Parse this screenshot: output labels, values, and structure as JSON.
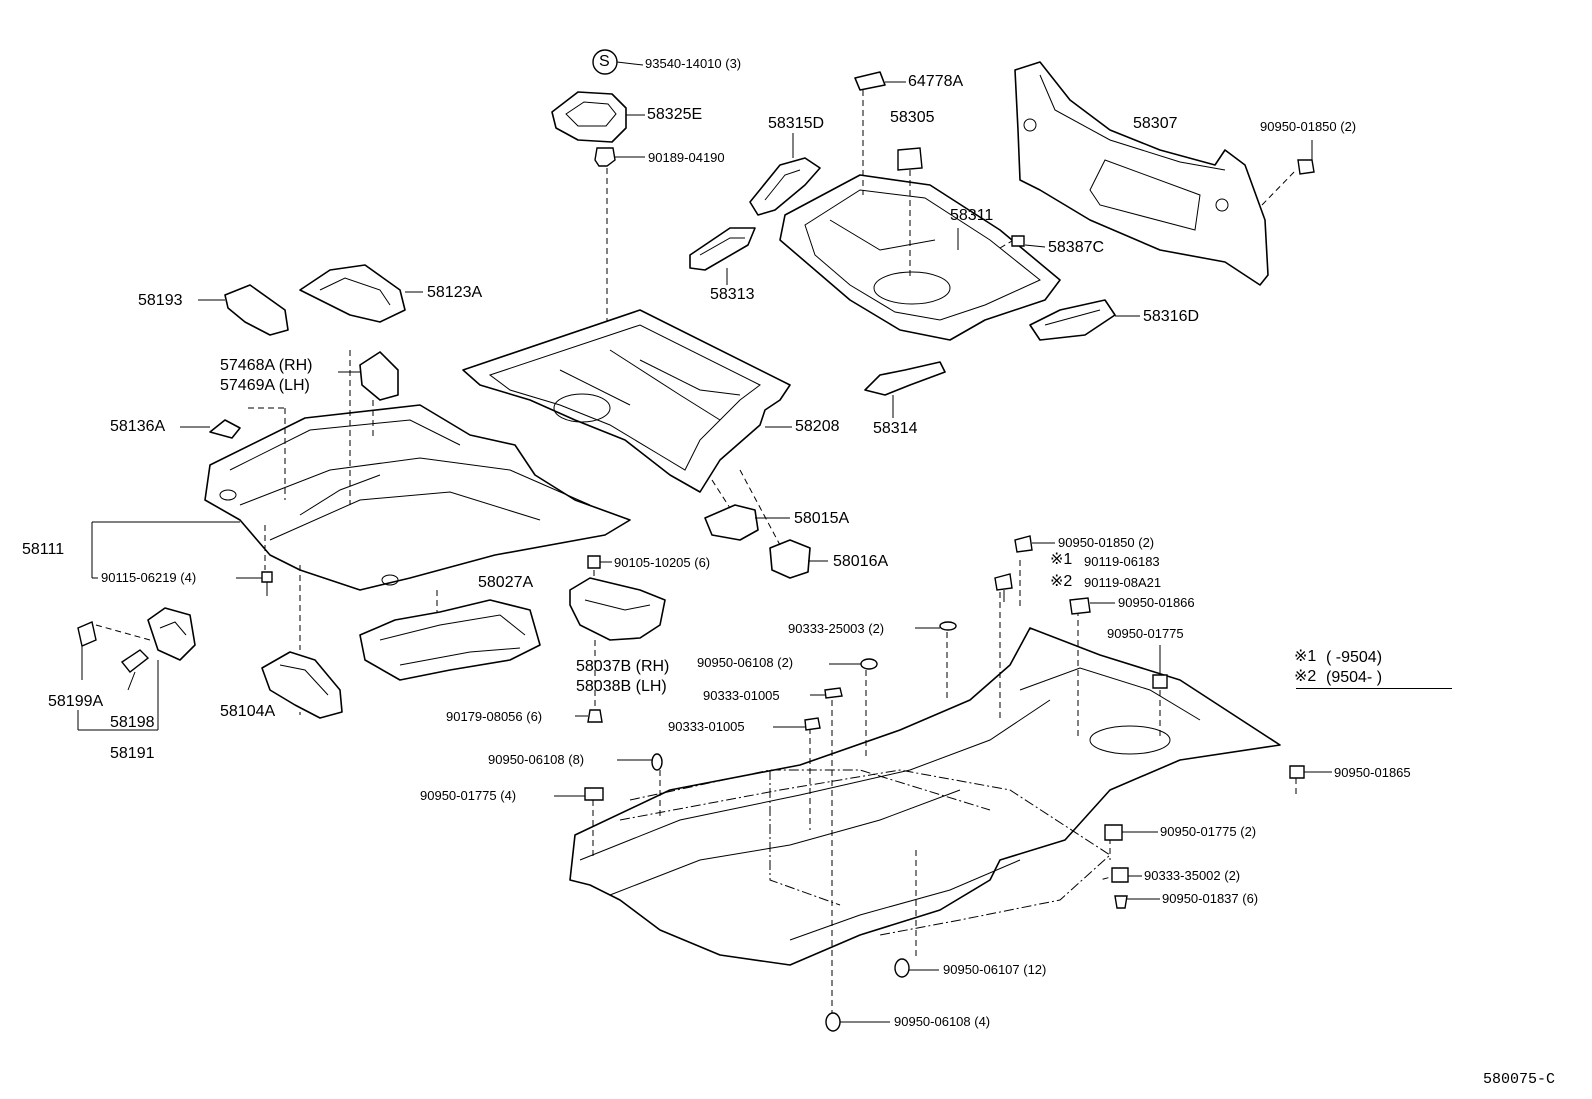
{
  "diagram_code": "580075-C",
  "labels": {
    "p93540": "93540-14010 (3)",
    "p58325E": "58325E",
    "p90189": "90189-04190",
    "p64778A": "64778A",
    "p58315D": "58315D",
    "p58305": "58305",
    "p58307": "58307",
    "p90950_01850_top": "90950-01850 (2)",
    "p58311": "58311",
    "p58387C": "58387C",
    "p58313": "58313",
    "p58316D": "58316D",
    "p58193": "58193",
    "p58123A": "58123A",
    "p57468A": "57468A (RH)",
    "p57469A": "57469A (LH)",
    "p58136A": "58136A",
    "p58208": "58208",
    "p58314": "58314",
    "p58111": "58111",
    "p90115": "90115-06219 (4)",
    "p58015A": "58015A",
    "p58016A": "58016A",
    "p90105": "90105-10205 (6)",
    "p58027A": "58027A",
    "p58037B": "58037B (RH)",
    "p58038B": "58038B (LH)",
    "p90179": "90179-08056 (6)",
    "p58199A": "58199A",
    "p58198": "58198",
    "p58191": "58191",
    "p58104A": "58104A",
    "p90950_01850_mid": "90950-01850 (2)",
    "p90119_06183": "90119-06183",
    "p90119_08A21": "90119-08A21",
    "p90950_01866": "90950-01866",
    "p90333_25003": "90333-25003 (2)",
    "p90950_01775_r": "90950-01775",
    "p90950_06108_2": "90950-06108 (2)",
    "p90333_01005_a": "90333-01005",
    "p90333_01005_b": "90333-01005",
    "p90950_06108_8": "90950-06108 (8)",
    "p90950_01775_4": "90950-01775 (4)",
    "p90950_01865": "90950-01865",
    "p90950_01775_2": "90950-01775 (2)",
    "p90333_35002": "90333-35002 (2)",
    "p90950_01837": "90950-01837 (6)",
    "p90950_06107": "90950-06107 (12)",
    "p90950_06108_4": "90950-06108 (4)"
  },
  "markers": {
    "s_symbol": "S",
    "note1_mark": "※1",
    "note2_mark": "※2"
  },
  "notes": {
    "note1": "(        -9504)",
    "note2": "(9504-        )"
  }
}
